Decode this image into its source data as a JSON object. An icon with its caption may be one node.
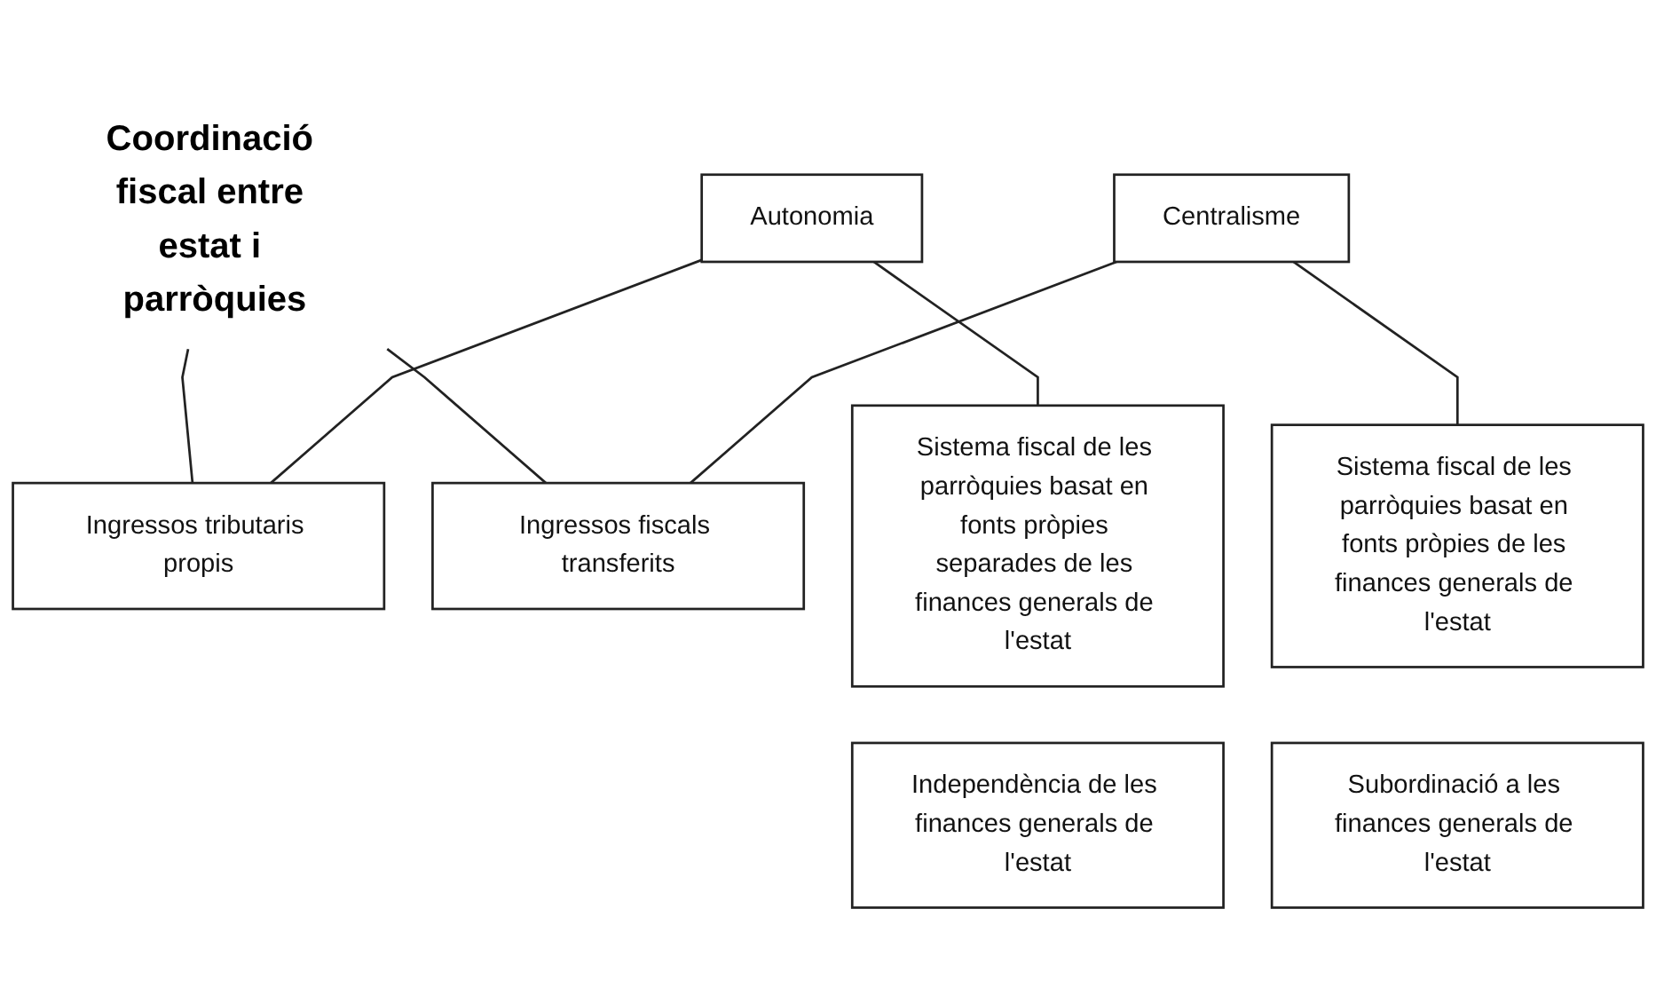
{
  "diagram": {
    "nodes": [
      {
        "text": [
          "Coordinació fiscal entre estat i parròquies"
        ]
      },
      {
        "text": [
          "Autonomia"
        ]
      },
      {
        "text": [
          "Ingressos tributaris propis"
        ]
      },
      {
        "text": [
          "Ingressos fiscals transferits"
        ]
      },
      {
        "text": [
          "Centralisme"
        ]
      },
      {
        "text": [
          "Sistema fiscal de les parròquies basat en fonts pròpies separades de les finances generals de l'estat"
        ]
      },
      {
        "text": [
          "Independència de les finances generals de l'estat"
        ]
      },
      {
        "text": [
          "Sistema fiscal de les parròquies basat en fonts pròpies de les finances generals de l'estat"
        ]
      },
      {
        "text": [
          "Subordinació a les finances generals de l'estat"
        ]
      }
    ],
    "edges": [
      {
        "from": 0,
        "to": 2,
        "arrow": "none"
      },
      {
        "from": 0,
        "to": 3,
        "arrow": "none"
      },
      {
        "from": 1,
        "to": 2,
        "arrow": "none"
      },
      {
        "from": 1,
        "to": 5,
        "arrow": "none"
      },
      {
        "from": 4,
        "to": 3,
        "arrow": "none"
      },
      {
        "from": 4,
        "to": 7,
        "arrow": "none"
      }
    ]
  }
}
